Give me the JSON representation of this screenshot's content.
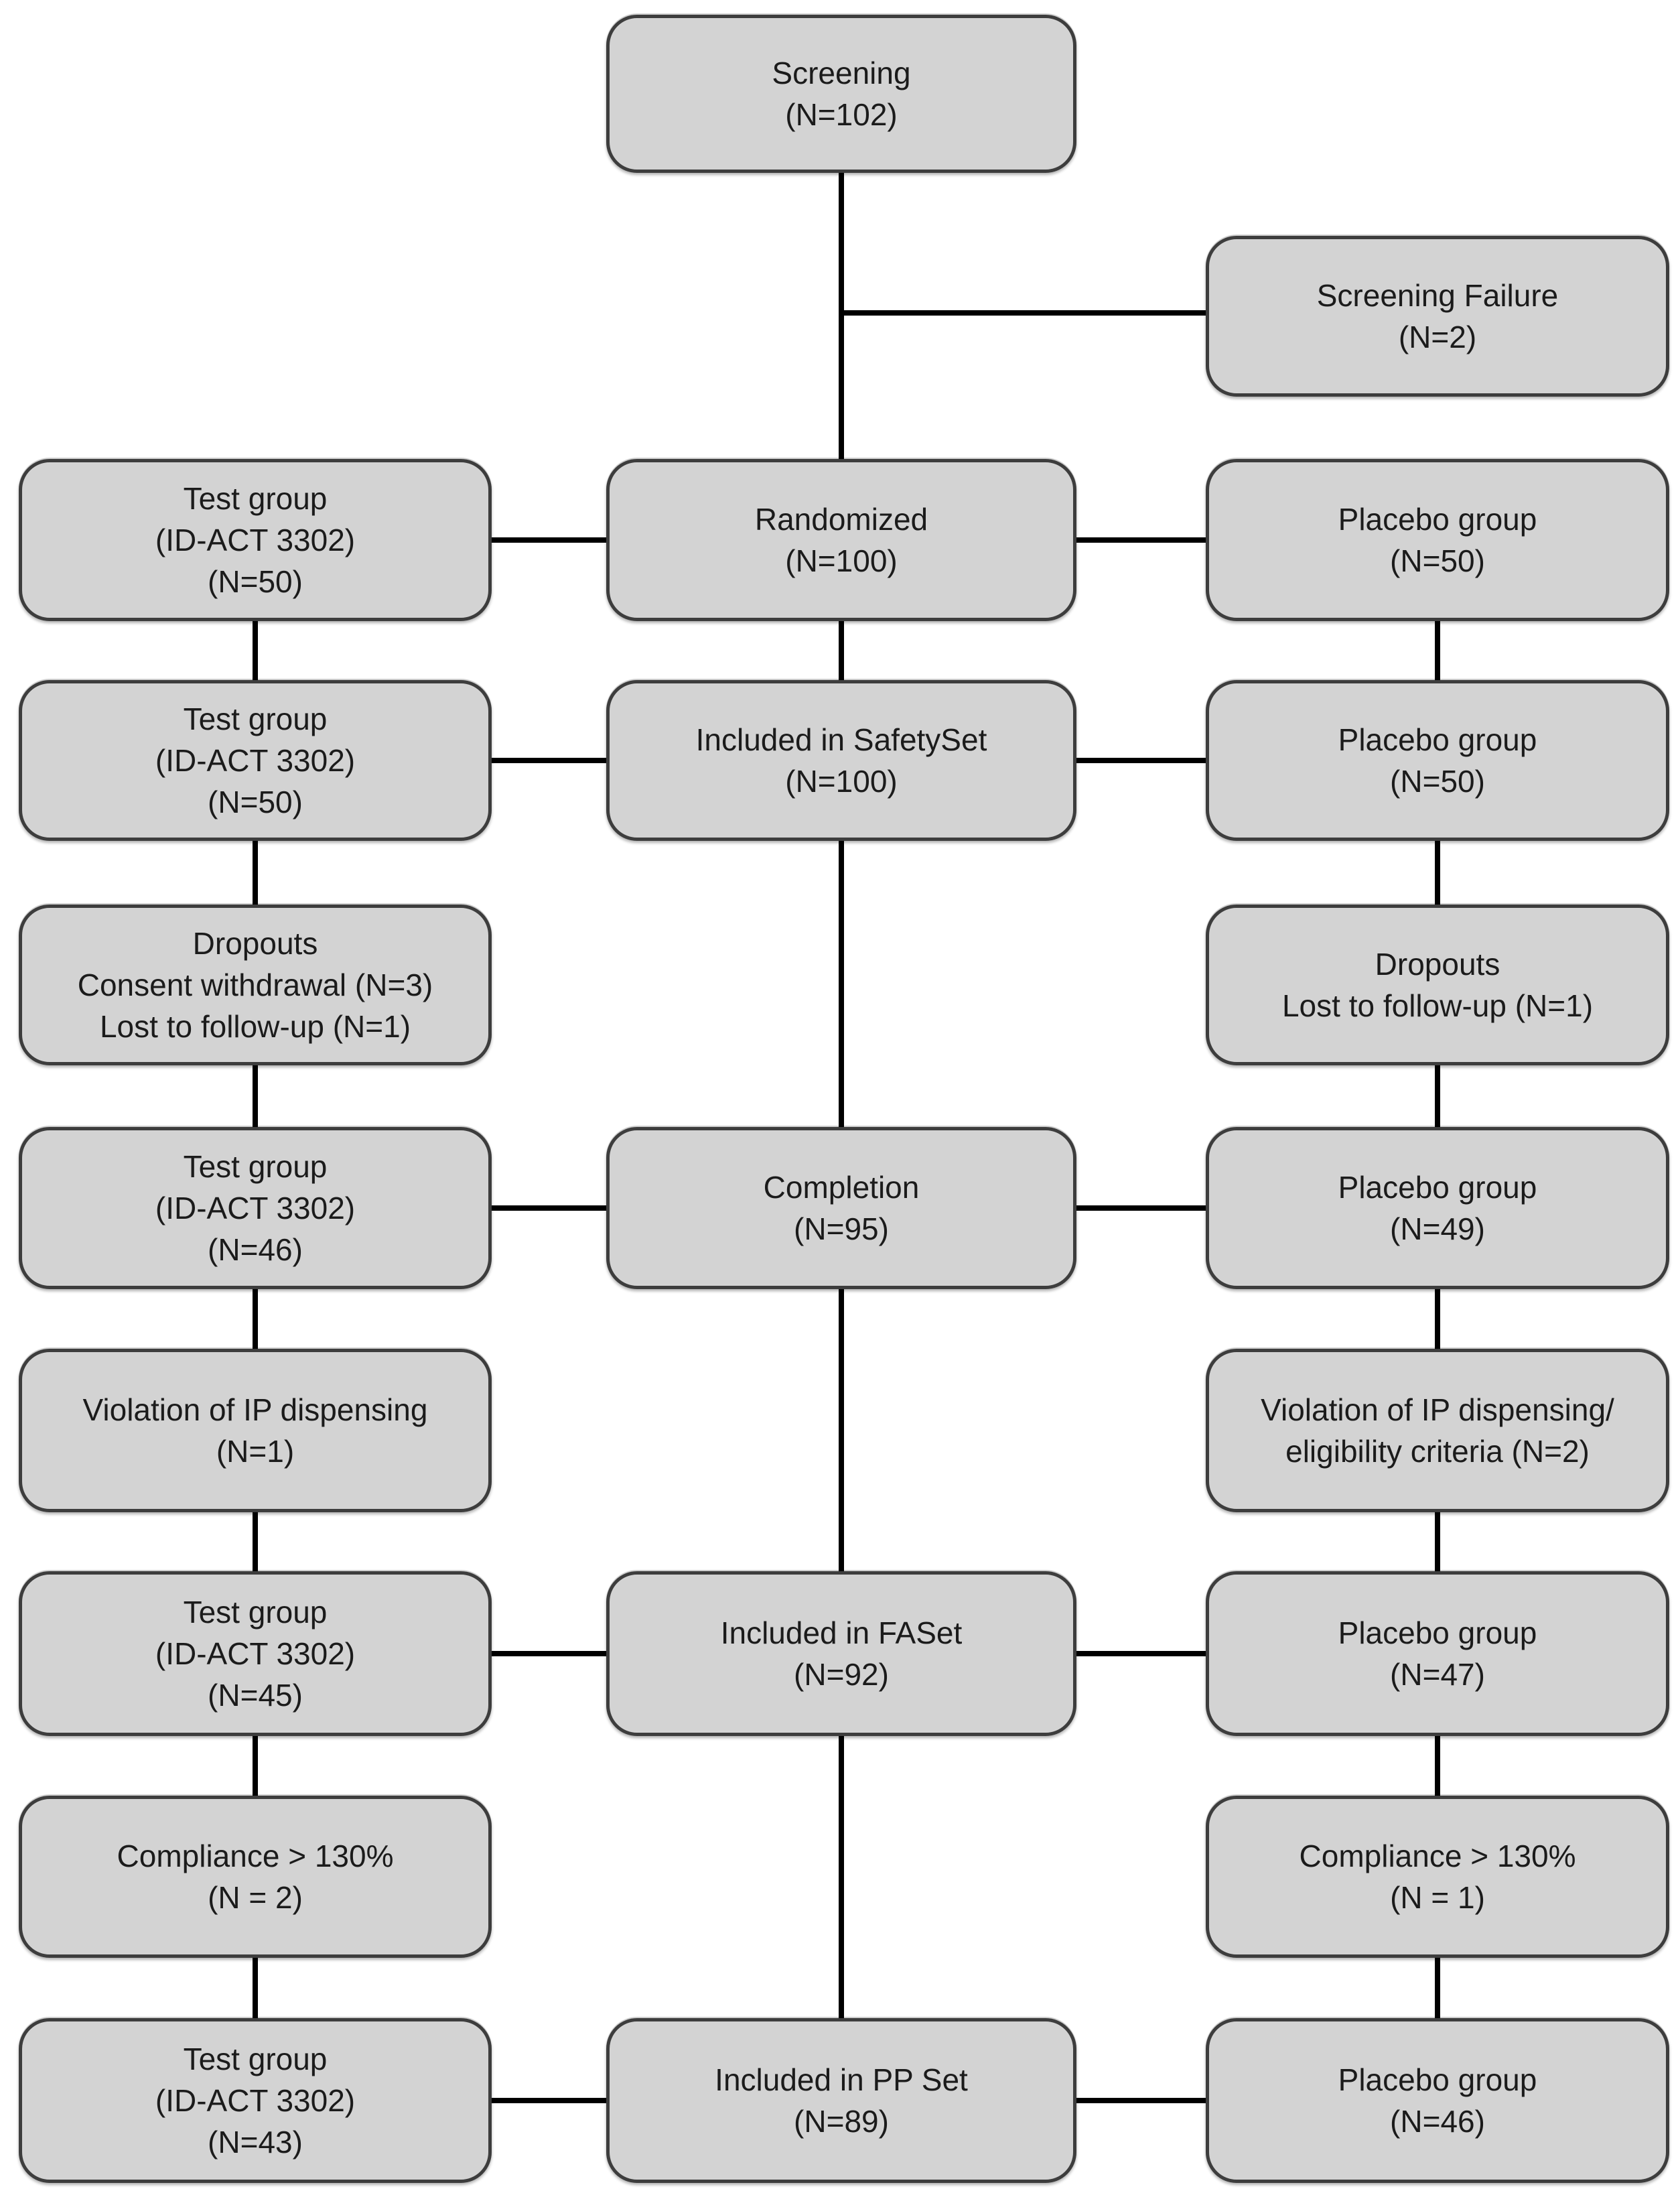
{
  "diagram": {
    "kind": "clinical-trial-participant-flow",
    "nodes": [
      {
        "id": "screening",
        "lines": [
          "Screening",
          "(N=102)"
        ]
      },
      {
        "id": "screening-failure",
        "lines": [
          "Screening Failure",
          "(N=2)"
        ]
      },
      {
        "id": "test-randomized",
        "lines": [
          "Test group",
          "(ID-ACT 3302)",
          "(N=50)"
        ]
      },
      {
        "id": "randomized",
        "lines": [
          "Randomized",
          "(N=100)"
        ]
      },
      {
        "id": "placebo-randomized",
        "lines": [
          "Placebo group",
          "(N=50)"
        ]
      },
      {
        "id": "test-safety",
        "lines": [
          "Test group",
          "(ID-ACT 3302)",
          "(N=50)"
        ]
      },
      {
        "id": "safety-set",
        "lines": [
          "Included in SafetySet",
          "(N=100)"
        ]
      },
      {
        "id": "placebo-safety",
        "lines": [
          "Placebo group",
          "(N=50)"
        ]
      },
      {
        "id": "dropouts-test",
        "lines": [
          "Dropouts",
          "Consent withdrawal (N=3)",
          "Lost to follow-up (N=1)"
        ]
      },
      {
        "id": "dropouts-placebo",
        "lines": [
          "Dropouts",
          "Lost to follow-up (N=1)"
        ]
      },
      {
        "id": "test-completion",
        "lines": [
          "Test group",
          "(ID-ACT 3302)",
          "(N=46)"
        ]
      },
      {
        "id": "completion",
        "lines": [
          "Completion",
          "(N=95)"
        ]
      },
      {
        "id": "placebo-completion",
        "lines": [
          "Placebo group",
          "(N=49)"
        ]
      },
      {
        "id": "violation-test",
        "lines": [
          "Violation of IP dispensing",
          "(N=1)"
        ]
      },
      {
        "id": "violation-placebo",
        "lines": [
          "Violation of IP dispensing/",
          "eligibility criteria (N=2)"
        ]
      },
      {
        "id": "test-fas",
        "lines": [
          "Test group",
          "(ID-ACT 3302)",
          "(N=45)"
        ]
      },
      {
        "id": "fa-set",
        "lines": [
          "Included in FASet",
          "(N=92)"
        ]
      },
      {
        "id": "placebo-fas",
        "lines": [
          "Placebo group",
          "(N=47)"
        ]
      },
      {
        "id": "compliance-test",
        "lines": [
          "Compliance > 130%",
          "(N = 2)"
        ]
      },
      {
        "id": "compliance-placebo",
        "lines": [
          "Compliance > 130%",
          "(N = 1)"
        ]
      },
      {
        "id": "test-pps",
        "lines": [
          "Test group",
          "(ID-ACT 3302)",
          "(N=43)"
        ]
      },
      {
        "id": "pp-set",
        "lines": [
          "Included in PP Set",
          "(N=89)"
        ]
      },
      {
        "id": "placebo-pps",
        "lines": [
          "Placebo group",
          "(N=46)"
        ]
      }
    ],
    "edges": [
      [
        "screening",
        "screening-failure"
      ],
      [
        "screening",
        "randomized"
      ],
      [
        "test-randomized",
        "randomized"
      ],
      [
        "randomized",
        "placebo-randomized"
      ],
      [
        "test-randomized",
        "test-safety"
      ],
      [
        "randomized",
        "safety-set"
      ],
      [
        "placebo-randomized",
        "placebo-safety"
      ],
      [
        "test-safety",
        "safety-set"
      ],
      [
        "safety-set",
        "placebo-safety"
      ],
      [
        "test-safety",
        "dropouts-test"
      ],
      [
        "dropouts-test",
        "test-completion"
      ],
      [
        "placebo-safety",
        "dropouts-placebo"
      ],
      [
        "dropouts-placebo",
        "placebo-completion"
      ],
      [
        "safety-set",
        "completion"
      ],
      [
        "test-completion",
        "completion"
      ],
      [
        "completion",
        "placebo-completion"
      ],
      [
        "test-completion",
        "violation-test"
      ],
      [
        "violation-test",
        "test-fas"
      ],
      [
        "placebo-completion",
        "violation-placebo"
      ],
      [
        "violation-placebo",
        "placebo-fas"
      ],
      [
        "completion",
        "fa-set"
      ],
      [
        "test-fas",
        "fa-set"
      ],
      [
        "fa-set",
        "placebo-fas"
      ],
      [
        "test-fas",
        "compliance-test"
      ],
      [
        "compliance-test",
        "test-pps"
      ],
      [
        "placebo-fas",
        "compliance-placebo"
      ],
      [
        "compliance-placebo",
        "placebo-pps"
      ],
      [
        "fa-set",
        "pp-set"
      ],
      [
        "test-pps",
        "pp-set"
      ],
      [
        "pp-set",
        "placebo-pps"
      ]
    ],
    "colors": {
      "box_fill": "#d3d3d3",
      "box_border": "#3d3d3d",
      "line": "#000000",
      "text": "#1b1b1b",
      "background": "#ffffff"
    }
  }
}
